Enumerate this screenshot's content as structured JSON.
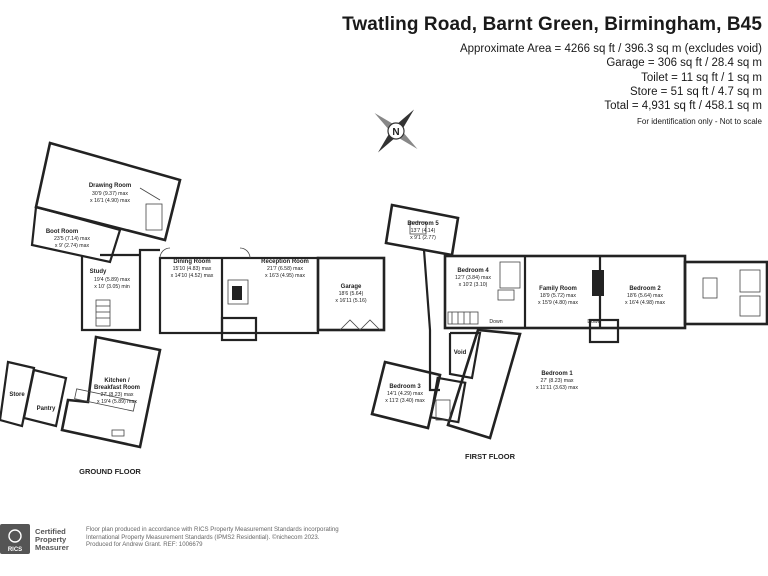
{
  "header": {
    "title": "Twatling Road, Barnt Green, Birmingham, B45",
    "areas": [
      "Approximate Area = 4266 sq ft / 396.3 sq m (excludes void)",
      "Garage = 306 sq ft / 28.4 sq m",
      "Toilet = 11 sq ft / 1 sq m",
      "Store = 51 sq ft / 4.7 sq m",
      "Total = 4,931 sq ft / 458.1 sq m"
    ],
    "note": "For identification only - Not to scale"
  },
  "compass": {
    "label": "N"
  },
  "ground_floor": {
    "label": "GROUND FLOOR",
    "rooms": {
      "drawing": {
        "name": "Drawing Room",
        "l1": "30'9 (9.37) max",
        "l2": "x 16'1 (4.90) max"
      },
      "boot": {
        "name": "Boot Room",
        "l1": "23'5 (7.14) max",
        "l2": "x 9' (2.74) max"
      },
      "study": {
        "name": "Study",
        "l1": "19'4 (5.89) max",
        "l2": "x 10' (3.05) min"
      },
      "dining": {
        "name": "Dining Room",
        "l1": "15'10 (4.83) max",
        "l2": "x 14'10 (4.52) max"
      },
      "reception": {
        "name": "Reception Room",
        "l1": "21'7 (6.58) max",
        "l2": "x 16'3 (4.95) max"
      },
      "garage": {
        "name": "Garage",
        "l1": "18'6 (5.64)",
        "l2": "x 16'11 (5.16)"
      },
      "kitchen": {
        "name": "Kitchen /",
        "name2": "Breakfast Room",
        "l1": "27' (8.23) max",
        "l2": "x 19'4 (5.89) max"
      },
      "pantry": {
        "name": "Pantry"
      },
      "store": {
        "name": "Store"
      }
    }
  },
  "first_floor": {
    "label": "FIRST FLOOR",
    "rooms": {
      "bed5": {
        "name": "Bedroom 5",
        "l1": "13'7 (4.14)",
        "l2": "x 9'1 (2.77)"
      },
      "bed4": {
        "name": "Bedroom 4",
        "l1": "12'7 (3.84) max",
        "l2": "x 10'2 (3.10)"
      },
      "family": {
        "name": "Family Room",
        "l1": "18'9 (5.72) max",
        "l2": "x 15'9 (4.80) max"
      },
      "bed2": {
        "name": "Bedroom 2",
        "l1": "18'6 (5.64) max",
        "l2": "x 16'4 (4.98) max"
      },
      "bed1": {
        "name": "Bedroom 1",
        "l1": "27' (8.23) max",
        "l2": "x 11'11 (3.63) max"
      },
      "bed3": {
        "name": "Bedroom 3",
        "l1": "14'1 (4.29) max",
        "l2": "x 11'2 (3.40) max"
      },
      "void": {
        "name": "Void"
      },
      "down1": {
        "name": "Down"
      },
      "down2": {
        "name": "Down"
      }
    }
  },
  "badge": {
    "lines": [
      "Certified",
      "Property",
      "Measurer"
    ],
    "org": "RICS"
  },
  "footer": {
    "lines": [
      "Floor plan produced in accordance with RICS Property Measurement Standards incorporating",
      "International Property Measurement Standards (IPMS2 Residential).  ©nichecom 2023.",
      "Produced for Andrew Grant.   REF: 1006679"
    ]
  }
}
